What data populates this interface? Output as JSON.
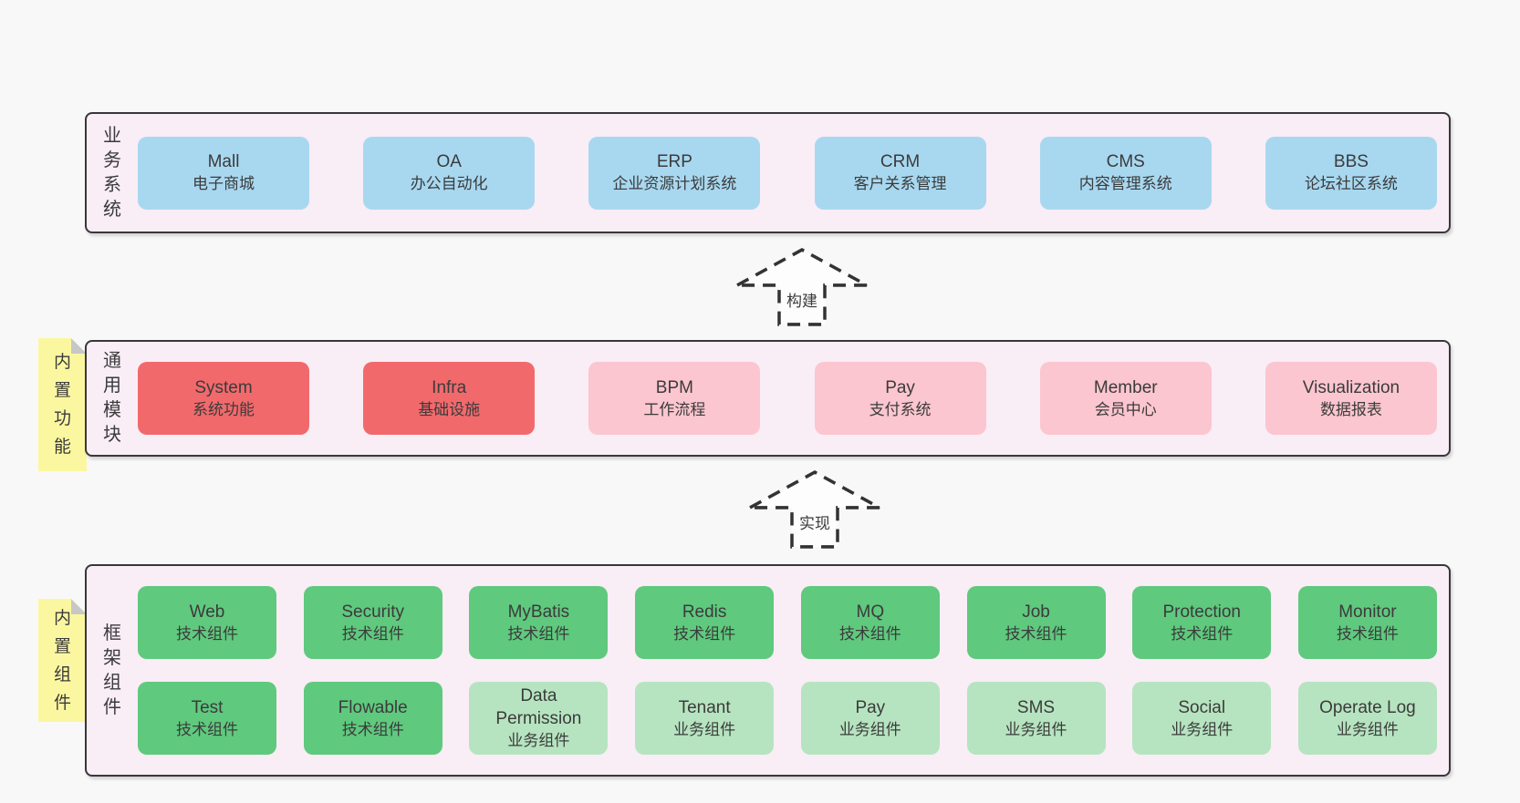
{
  "colors": {
    "page_bg": "#f8f8f8",
    "container_bg": "#f9edf6",
    "container_border": "#383838",
    "blue": "#a8d8f0",
    "red": "#f2696c",
    "pink": "#fbc6cf",
    "green": "#5fc97e",
    "light_green": "#b6e4c0",
    "yellow": "#fbf7a0",
    "fold": "#c7c7c7",
    "dash": "#333333",
    "text": "#3b3b3b"
  },
  "arrows": [
    {
      "label": "构建"
    },
    {
      "label": "实现"
    }
  ],
  "layers": [
    {
      "label": "业务系统",
      "boxes": [
        {
          "title": "Mall",
          "subtitle": "电子商城",
          "variant": "blue"
        },
        {
          "title": "OA",
          "subtitle": "办公自动化",
          "variant": "blue"
        },
        {
          "title": "ERP",
          "subtitle": "企业资源计划系统",
          "variant": "blue"
        },
        {
          "title": "CRM",
          "subtitle": "客户关系管理",
          "variant": "blue"
        },
        {
          "title": "CMS",
          "subtitle": "内容管理系统",
          "variant": "blue"
        },
        {
          "title": "BBS",
          "subtitle": "论坛社区系统",
          "variant": "blue"
        }
      ]
    },
    {
      "label": "通用模块",
      "note": "内置功能",
      "boxes": [
        {
          "title": "System",
          "subtitle": "系统功能",
          "variant": "red"
        },
        {
          "title": "Infra",
          "subtitle": "基础设施",
          "variant": "red"
        },
        {
          "title": "BPM",
          "subtitle": "工作流程",
          "variant": "pink"
        },
        {
          "title": "Pay",
          "subtitle": "支付系统",
          "variant": "pink"
        },
        {
          "title": "Member",
          "subtitle": "会员中心",
          "variant": "pink"
        },
        {
          "title": "Visualization",
          "subtitle": "数据报表",
          "variant": "pink"
        }
      ]
    },
    {
      "label": "框架组件",
      "note": "内置组件",
      "rows": [
        [
          {
            "title": "Web",
            "subtitle": "技术组件",
            "variant": "green"
          },
          {
            "title": "Security",
            "subtitle": "技术组件",
            "variant": "green"
          },
          {
            "title": "MyBatis",
            "subtitle": "技术组件",
            "variant": "green"
          },
          {
            "title": "Redis",
            "subtitle": "技术组件",
            "variant": "green"
          },
          {
            "title": "MQ",
            "subtitle": "技术组件",
            "variant": "green"
          },
          {
            "title": "Job",
            "subtitle": "技术组件",
            "variant": "green"
          },
          {
            "title": "Protection",
            "subtitle": "技术组件",
            "variant": "green"
          },
          {
            "title": "Monitor",
            "subtitle": "技术组件",
            "variant": "green"
          }
        ],
        [
          {
            "title": "Test",
            "subtitle": "技术组件",
            "variant": "green"
          },
          {
            "title": "Flowable",
            "subtitle": "技术组件",
            "variant": "green"
          },
          {
            "title": "Data Permission",
            "subtitle": "业务组件",
            "variant": "lightgreen"
          },
          {
            "title": "Tenant",
            "subtitle": "业务组件",
            "variant": "lightgreen"
          },
          {
            "title": "Pay",
            "subtitle": "业务组件",
            "variant": "lightgreen"
          },
          {
            "title": "SMS",
            "subtitle": "业务组件",
            "variant": "lightgreen"
          },
          {
            "title": "Social",
            "subtitle": "业务组件",
            "variant": "lightgreen"
          },
          {
            "title": "Operate Log",
            "subtitle": "业务组件",
            "variant": "lightgreen"
          }
        ]
      ]
    }
  ]
}
